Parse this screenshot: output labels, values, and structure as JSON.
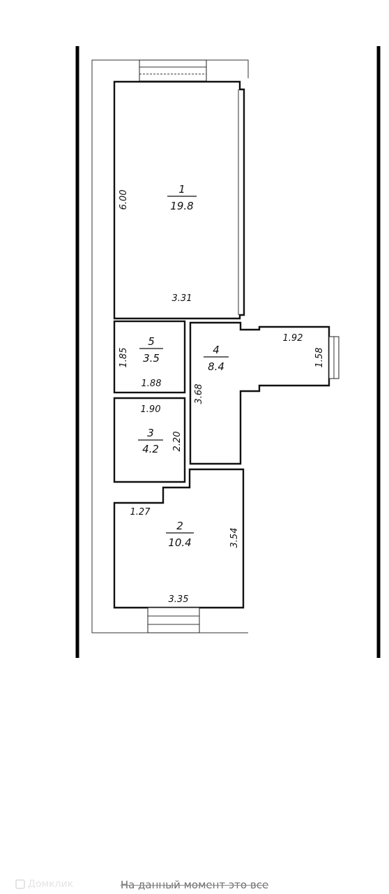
{
  "floor_plan": {
    "rooms": [
      {
        "number": "1",
        "area": "19.8",
        "dims": [
          "6.00",
          "3.31"
        ]
      },
      {
        "number": "2",
        "area": "10.4",
        "dims": [
          "1.27",
          "3.54",
          "3.35"
        ]
      },
      {
        "number": "3",
        "area": "4.2",
        "dims": [
          "1.90",
          "2.20"
        ]
      },
      {
        "number": "4",
        "area": "8.4",
        "dims": [
          "1.92",
          "1.58",
          "3.68"
        ]
      },
      {
        "number": "5",
        "area": "3.5",
        "dims": [
          "1.85",
          "1.88"
        ]
      }
    ]
  },
  "watermark": "Домклик",
  "status_text": "На данный момент это все",
  "colors": {
    "ink": "#111111",
    "status_text": "#6f6f6f",
    "watermark": "#e4e4e4"
  }
}
